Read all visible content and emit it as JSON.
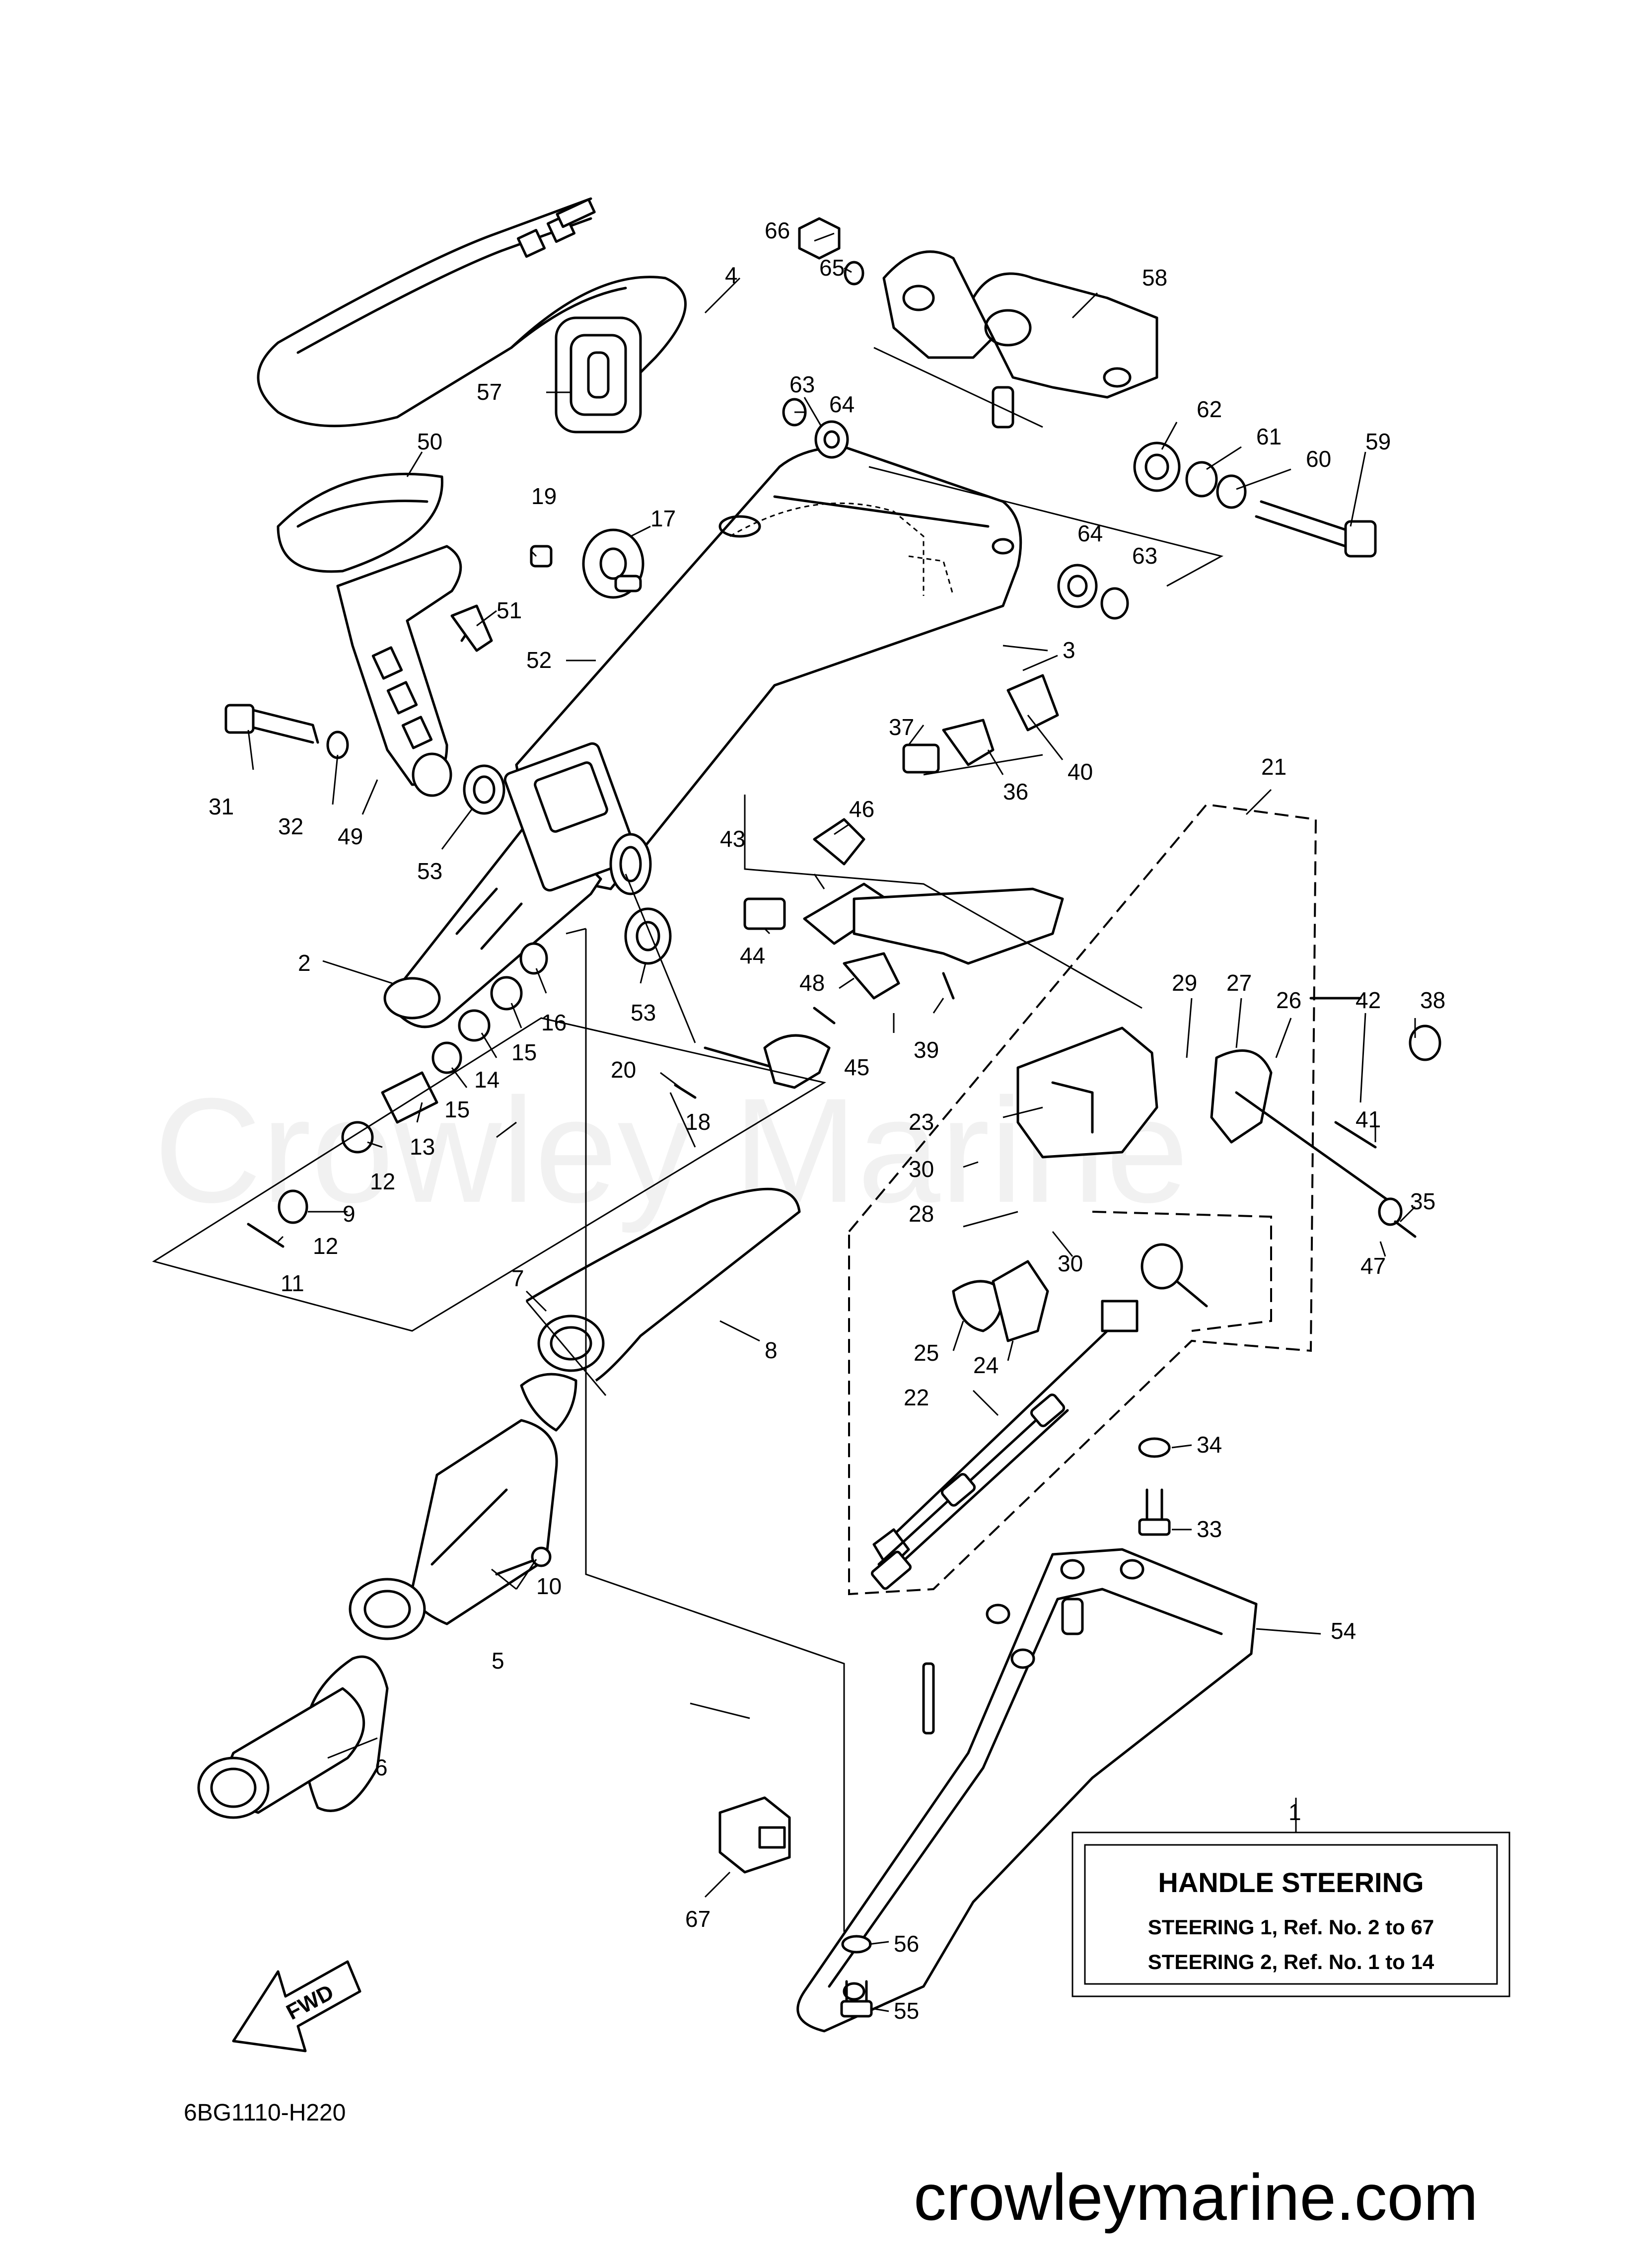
{
  "diagram": {
    "code": "6BG1110-H220",
    "watermark": "Crowley Marine",
    "site": "crowleymarine.com",
    "fwd_label": "FWD"
  },
  "info_box": {
    "ref_number": "1",
    "title": "HANDLE STEERING",
    "line1": "STEERING 1,  Ref. No. 2 to 67",
    "line2": "STEERING 2,  Ref. No. 1 to 14"
  },
  "callouts": {
    "c2": "2",
    "c3": "3",
    "c4": "4",
    "c5": "5",
    "c6": "6",
    "c7": "7",
    "c8": "8",
    "c9": "9",
    "c10": "10",
    "c11": "11",
    "c12a": "12",
    "c12b": "12",
    "c13": "13",
    "c14": "14",
    "c15a": "15",
    "c15b": "15",
    "c16": "16",
    "c17": "17",
    "c18": "18",
    "c19": "19",
    "c20": "20",
    "c21": "21",
    "c22": "22",
    "c23": "23",
    "c24": "24",
    "c25": "25",
    "c26": "26",
    "c27": "27",
    "c28": "28",
    "c29": "29",
    "c30a": "30",
    "c30b": "30",
    "c31": "31",
    "c32": "32",
    "c33": "33",
    "c34": "34",
    "c35": "35",
    "c36": "36",
    "c37": "37",
    "c38": "38",
    "c39": "39",
    "c40": "40",
    "c41": "41",
    "c42": "42",
    "c43": "43",
    "c44": "44",
    "c45": "45",
    "c46": "46",
    "c47": "47",
    "c48": "48",
    "c49": "49",
    "c50": "50",
    "c51": "51",
    "c52": "52",
    "c53a": "53",
    "c53b": "53",
    "c54": "54",
    "c55": "55",
    "c56": "56",
    "c57": "57",
    "c58": "58",
    "c59": "59",
    "c60": "60",
    "c61": "61",
    "c62": "62",
    "c63a": "63",
    "c63b": "63",
    "c64a": "64",
    "c64b": "64",
    "c65": "65",
    "c66": "66",
    "c67": "67"
  }
}
